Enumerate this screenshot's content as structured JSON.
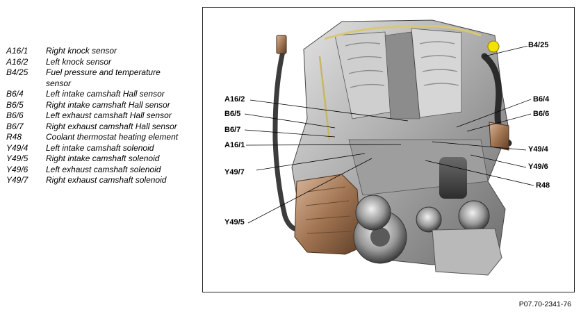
{
  "legend": [
    {
      "code": "A16/1",
      "desc": "Right knock sensor"
    },
    {
      "code": "A16/2",
      "desc": "Left knock sensor"
    },
    {
      "code": "B4/25",
      "desc": "Fuel pressure and temperature sensor"
    },
    {
      "code": "B6/4",
      "desc": "Left intake camshaft Hall sensor"
    },
    {
      "code": "B6/5",
      "desc": "Right intake camshaft Hall sensor"
    },
    {
      "code": "B6/6",
      "desc": "Left exhaust camshaft Hall sensor"
    },
    {
      "code": "B6/7",
      "desc": "Right exhaust camshaft Hall sensor"
    },
    {
      "code": "R48",
      "desc": "Coolant thermostat heating element"
    },
    {
      "code": "Y49/4",
      "desc": "Left intake camshaft solenoid"
    },
    {
      "code": "Y49/5",
      "desc": "Right intake camshaft solenoid"
    },
    {
      "code": "Y49/6",
      "desc": "Left exhaust camshaft solenoid"
    },
    {
      "code": "Y49/7",
      "desc": "Right exhaust camshaft solenoid"
    }
  ],
  "callouts": {
    "b4_25": "B4/25",
    "a16_2": "A16/2",
    "b6_4": "B6/4",
    "b6_5": "B6/5",
    "b6_6": "B6/6",
    "b6_7": "B6/7",
    "a16_1": "A16/1",
    "y49_4": "Y49/4",
    "y49_7": "Y49/7",
    "y49_6": "Y49/6",
    "r48": "R48",
    "y49_5": "Y49/5"
  },
  "figure_ref": "P07.70-2341-76"
}
